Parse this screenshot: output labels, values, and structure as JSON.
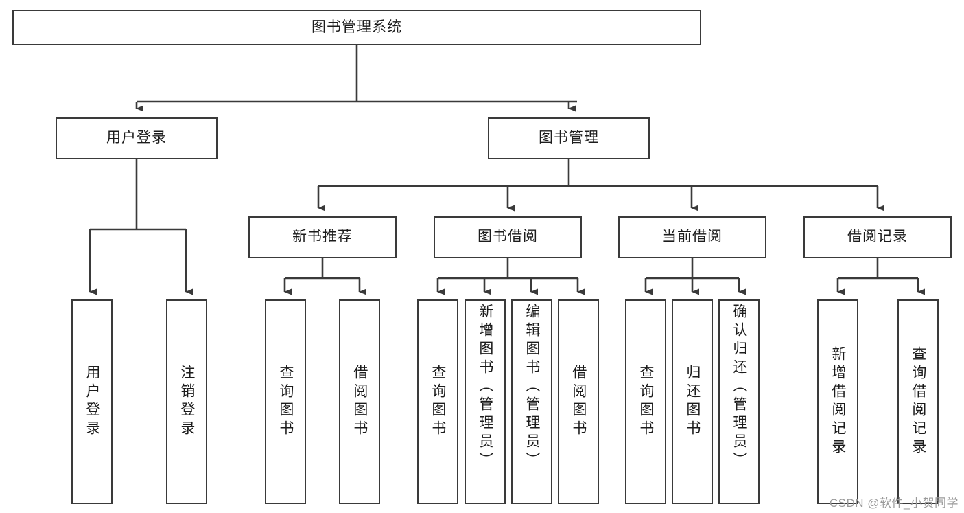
{
  "diagram": {
    "title": "图书管理系统",
    "watermark": "CSDN @软件_小贺同学",
    "type": "tree-hierarchy",
    "stroke_color": "#3a3a3a",
    "background_color": "#ffffff",
    "text_color": "#1c1c1c",
    "root": {
      "id": "root",
      "label": "图书管理系统",
      "level": 0
    },
    "level1": [
      {
        "id": "user-login",
        "label": "用户登录",
        "level": 1
      },
      {
        "id": "book-manage",
        "label": "图书管理",
        "level": 1
      }
    ],
    "level2": [
      {
        "id": "new-book-recommend",
        "label": "新书推荐",
        "level": 2,
        "parent": "book-manage"
      },
      {
        "id": "book-borrow",
        "label": "图书借阅",
        "level": 2,
        "parent": "book-manage"
      },
      {
        "id": "current-borrow",
        "label": "当前借阅",
        "level": 2,
        "parent": "book-manage"
      },
      {
        "id": "borrow-record",
        "label": "借阅记录",
        "level": 2,
        "parent": "book-manage"
      }
    ],
    "leaves": [
      {
        "id": "leaf-user-login",
        "label": "用户登录",
        "parent": "user-login"
      },
      {
        "id": "leaf-logout",
        "label": "注销登录",
        "parent": "user-login"
      },
      {
        "id": "leaf-query-book-1",
        "label": "查询图书",
        "parent": "new-book-recommend"
      },
      {
        "id": "leaf-borrow-book-1",
        "label": "借阅图书",
        "parent": "new-book-recommend"
      },
      {
        "id": "leaf-query-book-2",
        "label": "查询图书",
        "parent": "book-borrow"
      },
      {
        "id": "leaf-add-book",
        "label": "新增图书（管理员）",
        "parent": "book-borrow"
      },
      {
        "id": "leaf-edit-book",
        "label": "编辑图书（管理员）",
        "parent": "book-borrow"
      },
      {
        "id": "leaf-borrow-book-2",
        "label": "借阅图书",
        "parent": "book-borrow"
      },
      {
        "id": "leaf-query-book-3",
        "label": "查询图书",
        "parent": "current-borrow"
      },
      {
        "id": "leaf-return-book",
        "label": "归还图书",
        "parent": "current-borrow"
      },
      {
        "id": "leaf-confirm-return",
        "label": "确认归还（管理员）",
        "parent": "current-borrow"
      },
      {
        "id": "leaf-add-record",
        "label": "新增借阅记录",
        "parent": "borrow-record"
      },
      {
        "id": "leaf-query-record",
        "label": "查询借阅记录",
        "parent": "borrow-record"
      }
    ]
  }
}
